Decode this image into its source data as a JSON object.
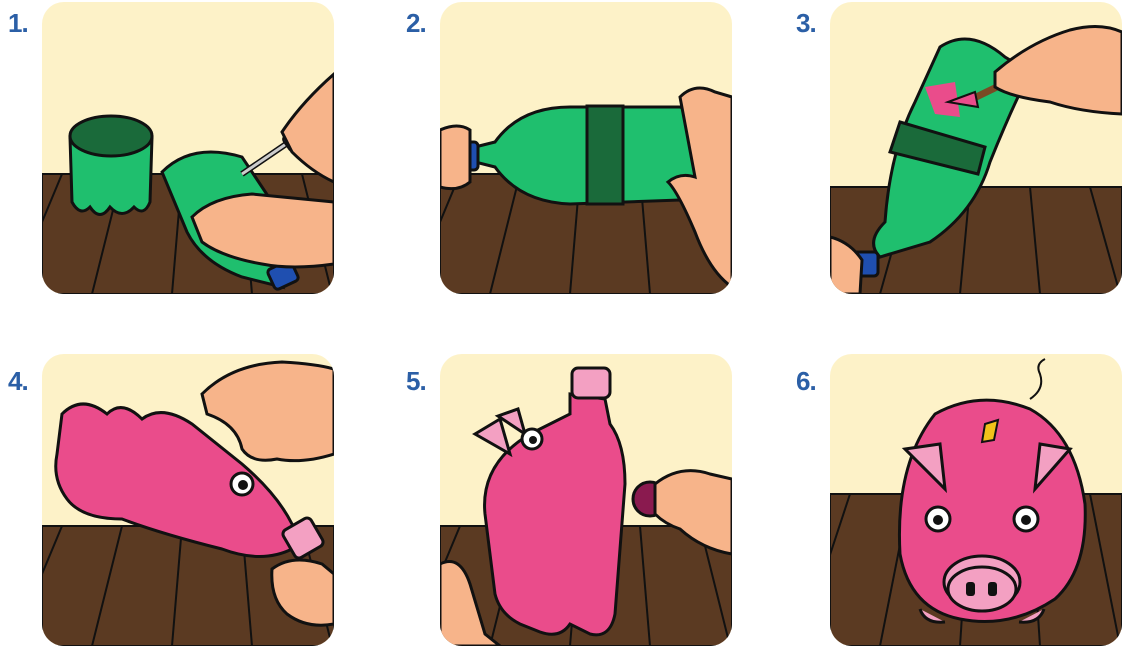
{
  "steps": [
    {
      "number": "1.",
      "description": "cut-bottle",
      "accent": "#1fbf6e"
    },
    {
      "number": "2.",
      "description": "bottle-with-band",
      "accent": "#1fbf6e"
    },
    {
      "number": "3.",
      "description": "paint-pink",
      "accent": "#ea4c8b"
    },
    {
      "number": "4.",
      "description": "glue-eyes",
      "accent": "#ea4c8b"
    },
    {
      "number": "5.",
      "description": "attach-snout-cap",
      "accent": "#ea4c8b"
    },
    {
      "number": "6.",
      "description": "finished-piggy-bank",
      "accent": "#ea4c8b"
    }
  ],
  "colors": {
    "wall": "#fdf2c8",
    "floor": "#5b3a22",
    "green": "#1fbf6e",
    "dark_green": "#1a6a3a",
    "pink": "#ea4c8b",
    "light_pink": "#f3a0c2",
    "skin": "#f7b48a",
    "cap_blue": "#1f4fb0",
    "number_blue": "#2b5fa6"
  }
}
